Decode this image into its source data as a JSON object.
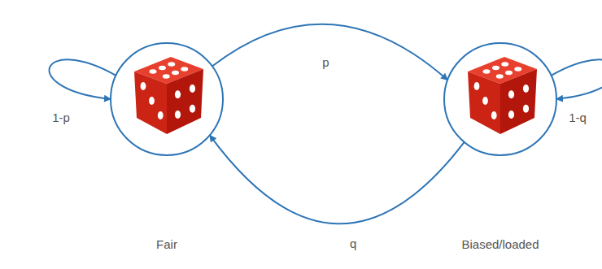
{
  "diagram": {
    "nodes": [
      {
        "text": [
          "Fair"
        ]
      },
      {
        "text": [
          "Biased/loaded"
        ]
      }
    ],
    "edges": [
      {
        "from": 0,
        "to": 1,
        "label": "p",
        "arrow": "to"
      },
      {
        "from": 1,
        "to": 0,
        "label": "q",
        "arrow": "to"
      },
      {
        "from": 0,
        "to": 0,
        "label": "1-p",
        "arrow": "to"
      },
      {
        "from": 1,
        "to": 1,
        "label": "1-q",
        "arrow": "to"
      }
    ]
  }
}
